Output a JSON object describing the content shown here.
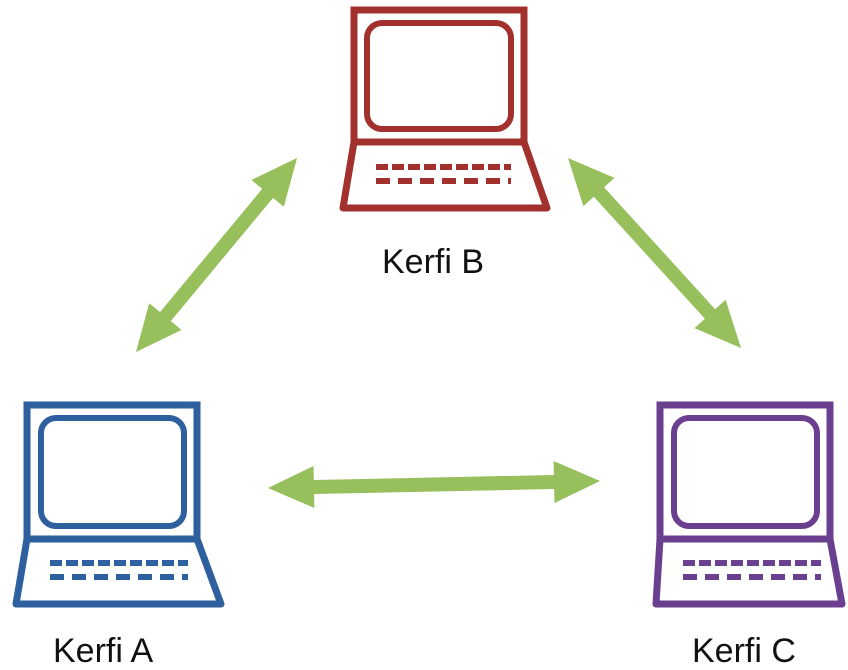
{
  "nodes": [
    {
      "id": "A",
      "label": "Kerfi A",
      "icon": "laptop-icon",
      "color": "#2e5f9e"
    },
    {
      "id": "B",
      "label": "Kerfi B",
      "icon": "laptop-icon",
      "color": "#a2302d"
    },
    {
      "id": "C",
      "label": "Kerfi C",
      "icon": "laptop-icon",
      "color": "#6b3f8f"
    }
  ],
  "edges": [
    {
      "from": "A",
      "to": "B",
      "type": "bidirectional-arrow"
    },
    {
      "from": "B",
      "to": "C",
      "type": "bidirectional-arrow"
    },
    {
      "from": "A",
      "to": "C",
      "type": "bidirectional-arrow"
    }
  ],
  "arrow_color": "#97bf5c"
}
